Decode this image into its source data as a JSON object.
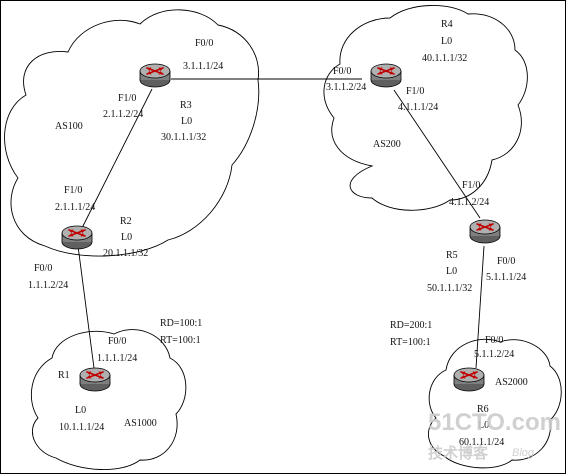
{
  "diagram": {
    "routers": [
      {
        "id": "R1",
        "name": "R1"
      },
      {
        "id": "R2",
        "name": "R2"
      },
      {
        "id": "R3",
        "name": "R3"
      },
      {
        "id": "R4",
        "name": "R4"
      },
      {
        "id": "R5",
        "name": "R5"
      },
      {
        "id": "R6",
        "name": "R6"
      }
    ],
    "autonomous_systems": {
      "as100": "AS100",
      "as200": "AS200",
      "as1000": "AS1000",
      "as2000": "AS2000"
    },
    "labels": {
      "r3_f00": "F0/0",
      "r3_f00_ip": "3.1.1.1/24",
      "r3_f10": "F1/0",
      "r3_f10_ip": "2.1.1.2/24",
      "r3_lo": "L0",
      "r3_lo_ip": "30.1.1.1/32",
      "r4_lo": "L0",
      "r4_lo_ip": "40.1.1.1/32",
      "r4_f00": "F0/0",
      "r4_f00_ip": "3.1.1.2/24",
      "r4_f10": "F1/0",
      "r4_f10_ip": "4.1.1.1/24",
      "r2_f10": "F1/0",
      "r2_f10_ip": "2.1.1.1/24",
      "r2_lo": "L0",
      "r2_lo_ip": "20.1.1.1/32",
      "r2_f00": "F0/0",
      "r2_f00_ip": "1.1.1.2/24",
      "r5_f10": "F1/0",
      "r5_f10_ip": "4.1.1.2/24",
      "r5_lo": "L0",
      "r5_lo_ip": "50.1.1.1/32",
      "r5_f00": "F0/0",
      "r5_f00_ip": "5.1.1.1/24",
      "left_rd": "RD=100:1",
      "left_rt": "RT=100:1",
      "right_rd": "RD=200:1",
      "right_rt": "RT=100:1",
      "r1_f00": "F0/0",
      "r1_f00_ip": "1.1.1.1/24",
      "r1_lo": "L0",
      "r1_lo_ip": "10.1.1.1/24",
      "r6_f00": "F0/0",
      "r6_f00_ip": "5.1.1.2/24",
      "r6_lo": "L0",
      "r6_lo_ip": "60.1.1.1/24"
    },
    "links": [
      {
        "from": "R3",
        "to": "R4"
      },
      {
        "from": "R3",
        "to": "R2"
      },
      {
        "from": "R4",
        "to": "R5"
      },
      {
        "from": "R2",
        "to": "R1"
      },
      {
        "from": "R5",
        "to": "R6"
      }
    ]
  },
  "watermark": {
    "main": "51CTO.com",
    "sub_cn": "技术博客",
    "sub_en": "Blog"
  },
  "colors": {
    "router_body": "#7f7f7f",
    "router_arrows": "#c00000",
    "watermark": "#c8c8c8"
  },
  "icons": {
    "router": "router-icon"
  }
}
